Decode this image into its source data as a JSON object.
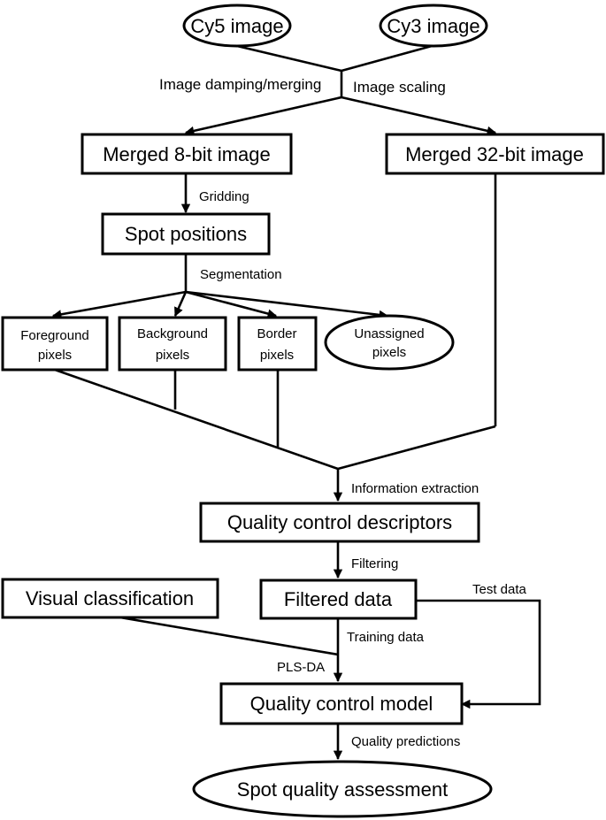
{
  "nodes": {
    "cy5": "Cy5 image",
    "cy3": "Cy3 image",
    "merged8": "Merged 8-bit image",
    "merged32": "Merged 32-bit image",
    "spot_positions": "Spot positions",
    "foreground": [
      "Foreground",
      "pixels"
    ],
    "background": [
      "Background",
      "pixels"
    ],
    "border": [
      "Border",
      "pixels"
    ],
    "unassigned": [
      "Unassigned",
      "pixels"
    ],
    "qc_descriptors": "Quality control descriptors",
    "visual_classification": "Visual classification",
    "filtered_data": "Filtered data",
    "qc_model": "Quality control model",
    "spot_quality": "Spot quality assessment"
  },
  "edge_labels": {
    "damping_merging": "Image damping/merging",
    "scaling": "Image scaling",
    "gridding": "Gridding",
    "segmentation": "Segmentation",
    "information_extraction": "Information extraction",
    "filtering": "Filtering",
    "test_data": "Test data",
    "training_data": "Training data",
    "pls_da": "PLS-DA",
    "quality_predictions": "Quality predictions"
  }
}
